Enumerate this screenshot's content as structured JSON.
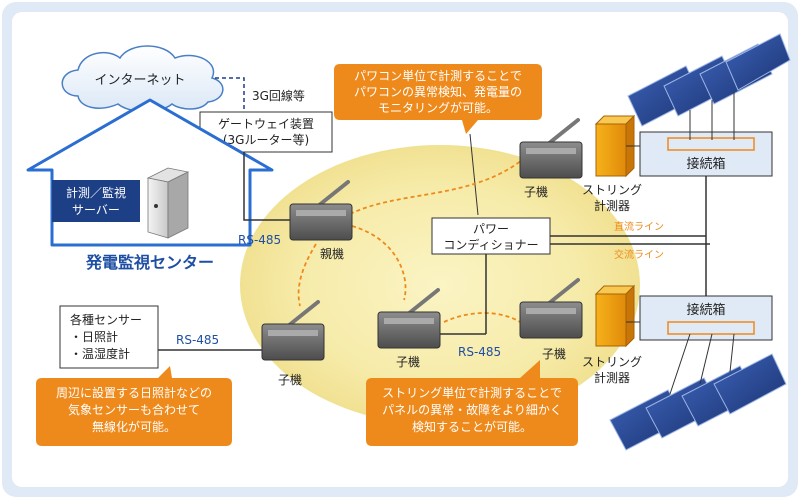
{
  "internet": {
    "label": "インターネット"
  },
  "line_3g": {
    "label": "3G回線等"
  },
  "gateway": {
    "line1": "ゲートウェイ装置",
    "line2": "(3Gルーター等)"
  },
  "center": {
    "server_line1": "計測／監視",
    "server_line2": "サーバー",
    "label": "発電監視センター"
  },
  "callouts": {
    "top": [
      "パワコン単位で計測することで",
      "パワコンの異常検知、発電量の",
      "モニタリングが可能。"
    ],
    "left": [
      "周辺に設置する日照計などの",
      "気象センサーも合わせて",
      "無線化が可能。"
    ],
    "bottom": [
      "ストリング単位で計測することで",
      "パネルの異常・故障をより細かく",
      "検知することが可能。"
    ]
  },
  "devices": {
    "parent": "親機",
    "child_top": "子機",
    "child_left": "子機",
    "child_mid": "子機",
    "child_bottom": "子機"
  },
  "rs485": {
    "a": "RS-485",
    "b": "RS-485",
    "c": "RS-485"
  },
  "sensors": {
    "title": "各種センサー",
    "item1": "・日照計",
    "item2": "・温湿度計"
  },
  "pcs": {
    "line1": "パワー",
    "line2": "コンディショナー"
  },
  "lines": {
    "dc": "直流ライン",
    "ac": "交流ライン"
  },
  "junction": {
    "top": "接続箱",
    "bottom": "接続箱"
  },
  "string_meter": {
    "top_line1": "ストリング",
    "top_line2": "計測器",
    "bottom_line1": "ストリング",
    "bottom_line2": "計測器"
  },
  "colors": {
    "orange": "#ee8a1c",
    "navy": "#1d3f86",
    "blue_text": "#1f4fa3",
    "glow": "#f7efb4",
    "frame": "#dfeaf6"
  }
}
